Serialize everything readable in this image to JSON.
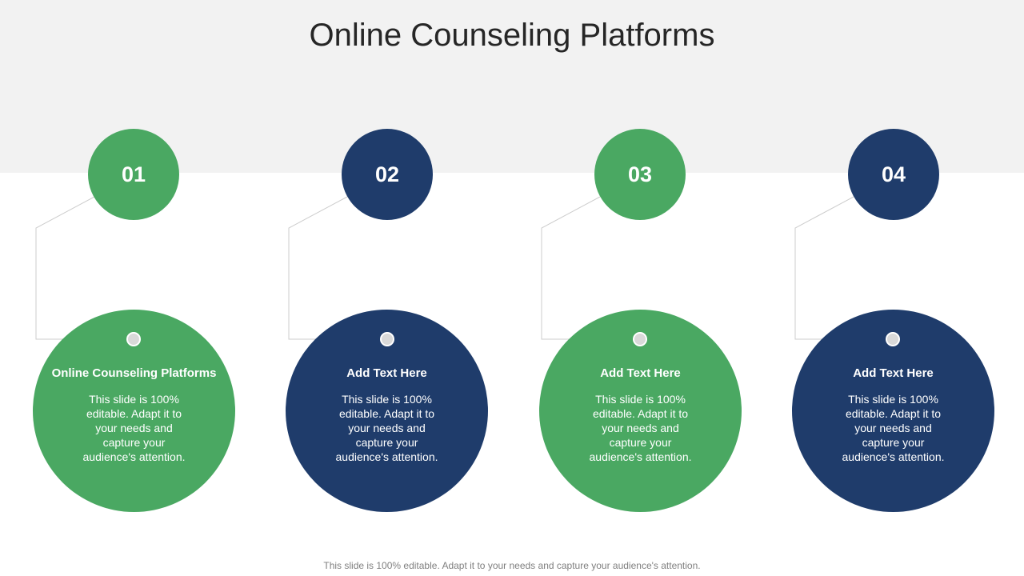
{
  "title": "Online Counseling Platforms",
  "footer": "This slide is 100% editable. Adapt it to your needs and capture your audience's attention.",
  "colors": {
    "green": "#4aa862",
    "navy": "#1f3c6b",
    "band": "#f2f2f2",
    "connector": "#cccccc"
  },
  "steps": [
    {
      "number": "01",
      "heading": "Online Counseling Platforms",
      "body": "This slide is 100% editable. Adapt it to your needs and capture your audience's attention.",
      "color": "green"
    },
    {
      "number": "02",
      "heading": "Add Text Here",
      "body": "This slide is 100% editable. Adapt it to your needs and capture your audience's attention.",
      "color": "navy"
    },
    {
      "number": "03",
      "heading": "Add Text Here",
      "body": "This slide is 100% editable. Adapt it to your needs and capture your audience's attention.",
      "color": "green"
    },
    {
      "number": "04",
      "heading": "Add Text Here",
      "body": "This slide is 100% editable. Adapt it to your needs and capture your audience's attention.",
      "color": "navy"
    }
  ]
}
